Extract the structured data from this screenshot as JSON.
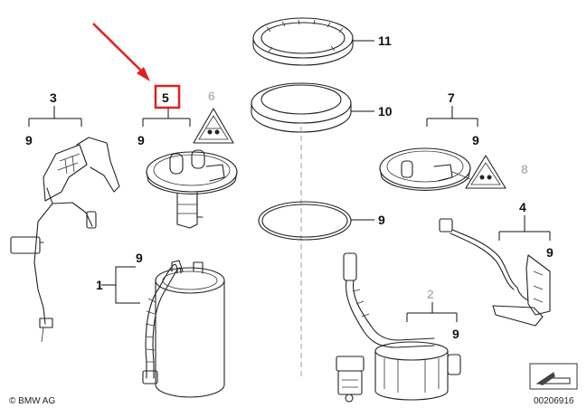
{
  "diagram": {
    "labels": {
      "p1": "1",
      "p2": "2",
      "p3": "3",
      "p4": "4",
      "p5": "5",
      "p6": "6",
      "p7": "7",
      "p8": "8",
      "p9": "9",
      "p10": "10",
      "p11": "11"
    },
    "footer": {
      "copyright": "© BMW AG",
      "code": "00206916"
    },
    "highlight_color": "#e02020",
    "grey_label_color": "#b9b9b9"
  }
}
